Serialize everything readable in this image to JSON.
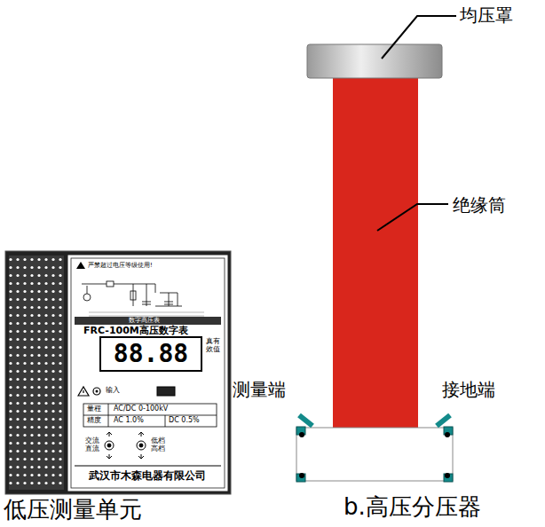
{
  "diagram": {
    "nodes": [
      {
        "text": [
          "低压测量单元"
        ]
      },
      {
        "text": [
          "88.88"
        ],
        "in": 0
      },
      {
        "text": [
          "b.高压分压器"
        ]
      }
    ],
    "labels": [
      "严禁超过电压等级使用!",
      "数字高压表",
      "FRC-100M高压数字表",
      "真有效值",
      "输入",
      "量程",
      "AC/DC 0-100kV",
      "精度",
      "AC 1.0%",
      "DC 0.5%",
      "交流 直流",
      "低档 高档",
      "武汉市木森电器有限公司",
      "均压罩",
      "绝缘筒",
      "测量端",
      "接地端"
    ]
  }
}
